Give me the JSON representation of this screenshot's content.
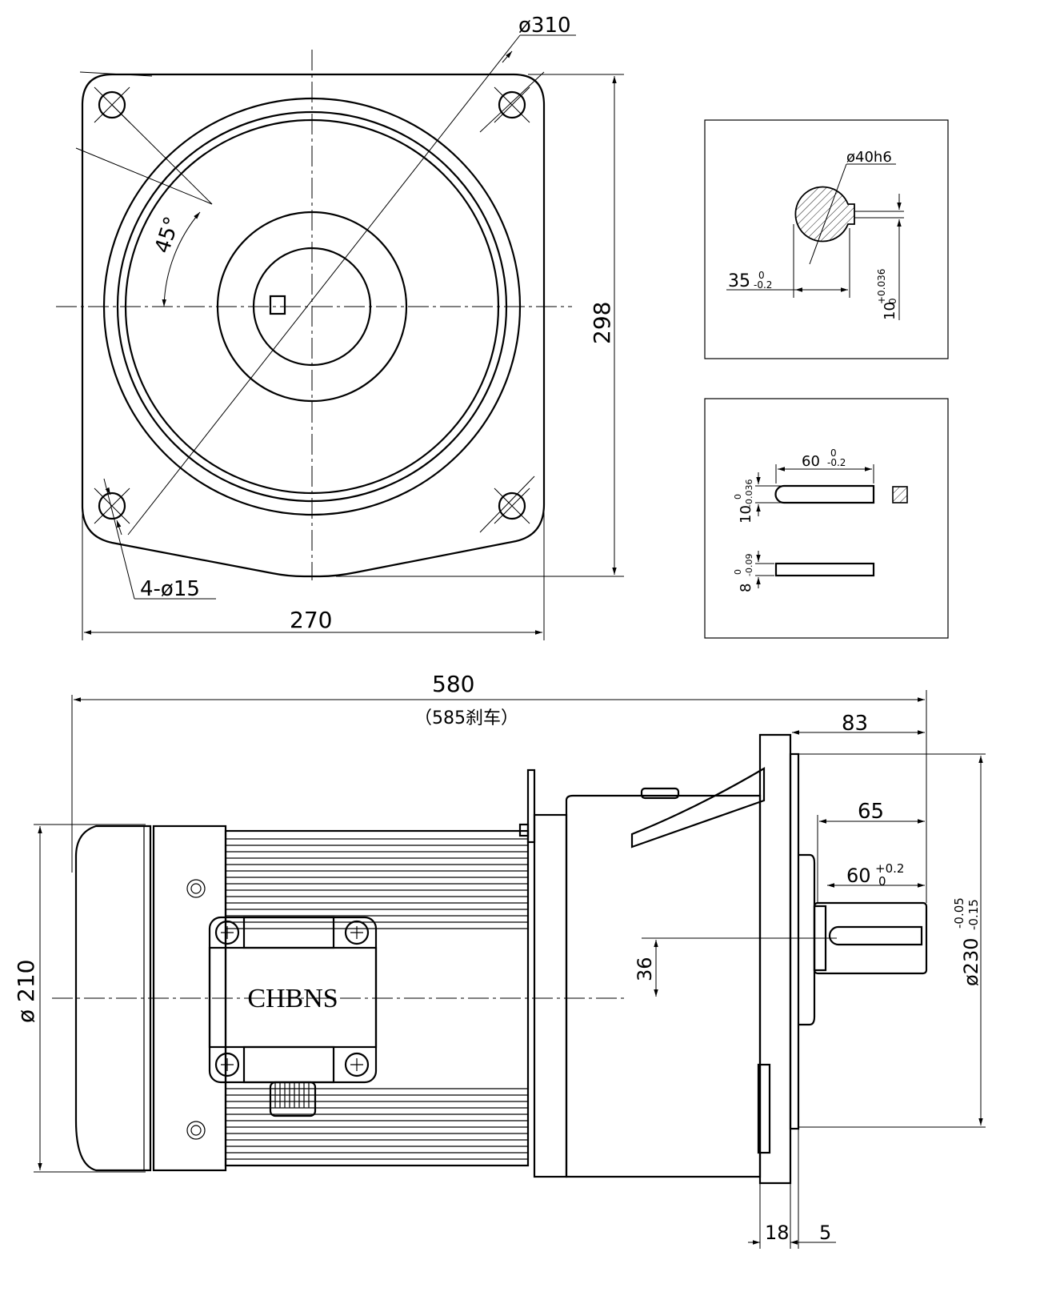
{
  "top_view": {
    "dim_flange_circle": "ø310",
    "dim_angle": "45°",
    "dim_height": "298",
    "dim_width": "270",
    "dim_holes": "4-ø15"
  },
  "shaft_section": {
    "dim_shaft_dia": "ø40h6",
    "dim_depth_main": "35",
    "dim_depth_upper": "0",
    "dim_depth_lower": "-0.2",
    "dim_keyway_main": "10",
    "dim_keyway_upper": "+0.036",
    "dim_keyway_lower": "0"
  },
  "key_detail": {
    "dim_key_length_main": "60",
    "dim_key_length_upper": "0",
    "dim_key_length_lower": "-0.2",
    "dim_key_width_main": "10",
    "dim_key_width_upper": "0",
    "dim_key_width_lower": "-0.036",
    "dim_key_height_main": "8",
    "dim_key_height_upper": "0",
    "dim_key_height_lower": "-0.09"
  },
  "side_view": {
    "dim_overall_length": "580",
    "dim_overall_length_note": "（585刹车）",
    "dim_83": "83",
    "dim_65": "65",
    "dim_shaft_len_main": "60",
    "dim_shaft_len_upper": "+0.2",
    "dim_shaft_len_lower": "0",
    "dim_36": "36",
    "dim_pilot_main": "ø230",
    "dim_pilot_upper": "-0.05",
    "dim_pilot_lower": "-0.15",
    "dim_motor_dia": "ø 210",
    "dim_18": "18",
    "dim_5": "5",
    "brand_label": "CHBNS"
  }
}
